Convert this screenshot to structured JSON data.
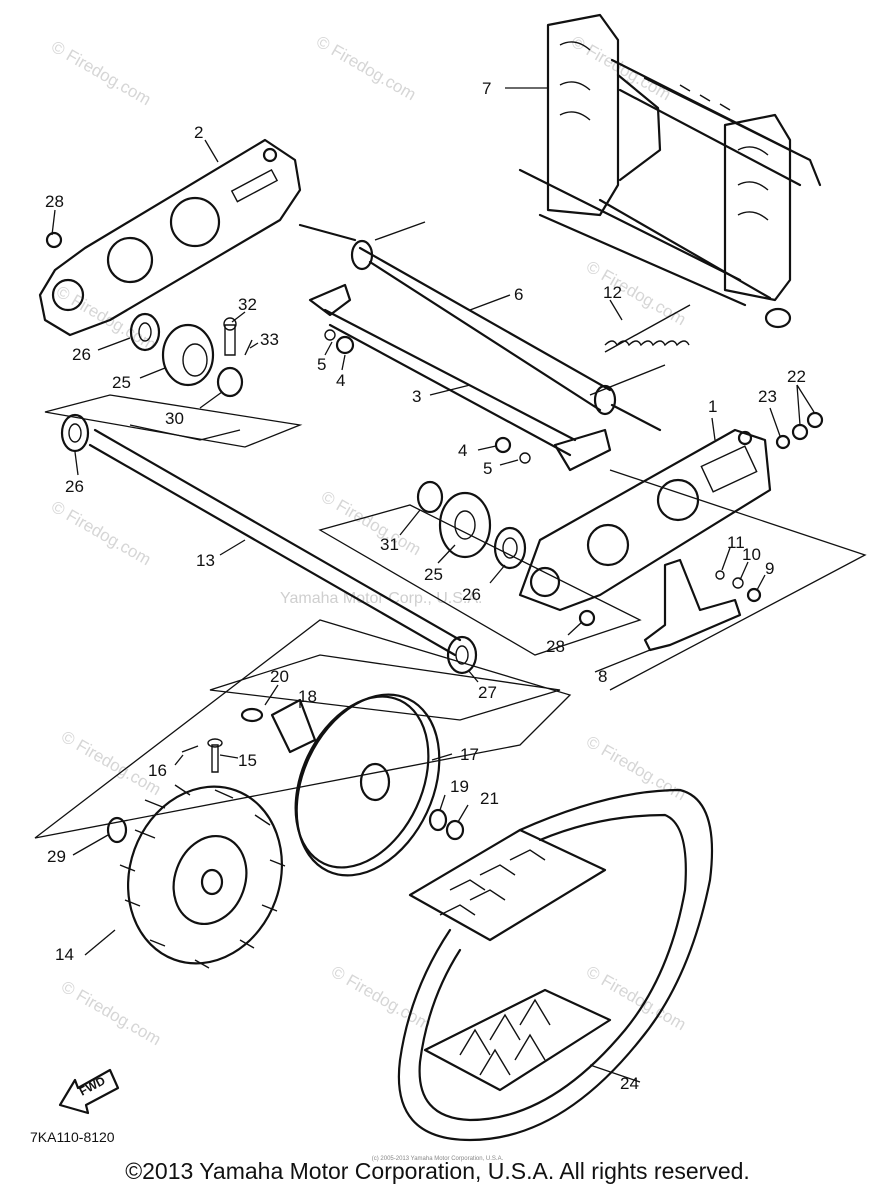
{
  "callouts": [
    "1",
    "2",
    "3",
    "4",
    "5",
    "6",
    "7",
    "8",
    "9",
    "10",
    "11",
    "12",
    "13",
    "14",
    "15",
    "16",
    "17",
    "18",
    "19",
    "20",
    "21",
    "22",
    "23",
    "24",
    "25",
    "26",
    "27",
    "28",
    "29",
    "30",
    "31",
    "32",
    "33"
  ],
  "watermark": "© Firedog.com",
  "center_watermark": "Yamaha Motor Corp., U.S.A.",
  "drawing_code": "7KA110-8120",
  "fwd_label": "FWD",
  "small_notice": "(c) 2005-2013 Yamaha Motor Corporation, U.S.A.",
  "copyright": "©2013 Yamaha Motor Corporation, U.S.A. All rights reserved."
}
